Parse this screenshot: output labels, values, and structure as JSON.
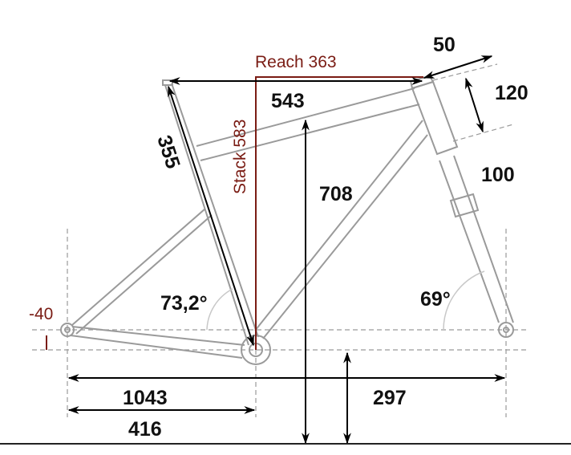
{
  "labels": {
    "reach": "Reach 363",
    "stack": "Stack 583",
    "top_tube": "543",
    "seat_tube": "355",
    "stem": "50",
    "spacer": "120",
    "head_tube": "100",
    "standover": "708",
    "seat_angle": "73,2°",
    "head_angle": "69°",
    "bb_drop": "-40",
    "wheelbase": "1043",
    "chainstay": "416",
    "bb_height": "297"
  },
  "colors": {
    "accent_red": "#7a1c14",
    "frame": "#9a9a9a",
    "arrows": "#000000"
  }
}
